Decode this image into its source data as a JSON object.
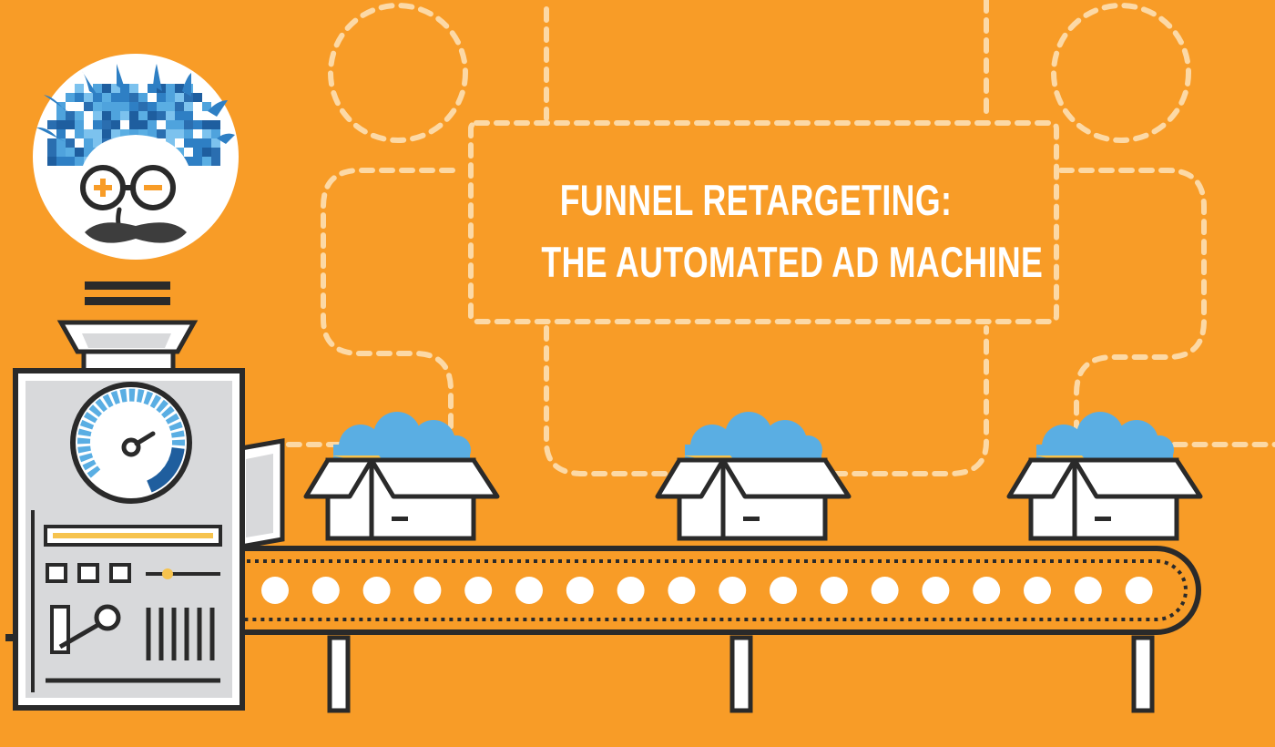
{
  "headline": {
    "line1": "FUNNEL RETARGETING:",
    "line2": "THE AUTOMATED AD MACHINE"
  },
  "colors": {
    "background": "#F89C27",
    "dashed_outline": "#FCD9A6",
    "outline": "#2A2A2A",
    "machine_body": "#D8D9DB",
    "cloud_blue": "#5AAEE3",
    "pixel_hair_blue": "#2E7FC4",
    "accent_orange": "#F89C27"
  },
  "icons": {
    "mascot": "mad-scientist-icon",
    "gauge": "speedometer-icon",
    "box": "open-box-icon",
    "cloud": "cloud-icon"
  },
  "illustration": {
    "box_count": 3,
    "conveyor_roller_count": 18,
    "gauge_level": 0.75
  }
}
